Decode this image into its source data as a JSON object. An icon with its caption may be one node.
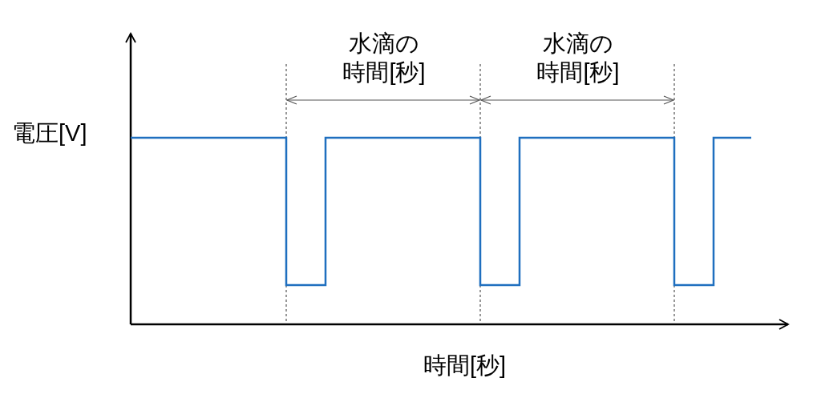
{
  "diagram": {
    "labels": [
      "水滴の時間[秒]",
      "水滴の時間[秒]",
      "電圧[V]",
      "時間[秒]"
    ]
  }
}
